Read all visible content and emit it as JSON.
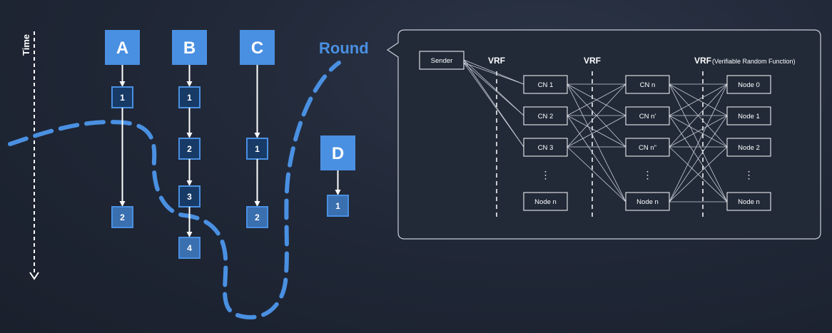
{
  "time_label": "Time",
  "round_label": "Round",
  "colors": {
    "accent": "#4a90e2",
    "header_box": "#4a90e2",
    "step_box_fill": "#173a66",
    "step_box_border": "#4a90e2",
    "background": "#1f2635"
  },
  "columns": [
    {
      "id": "A",
      "label": "A",
      "steps": [
        "1",
        "2"
      ]
    },
    {
      "id": "B",
      "label": "B",
      "steps": [
        "1",
        "2",
        "3",
        "4"
      ]
    },
    {
      "id": "C",
      "label": "C",
      "steps": [
        "1",
        "2"
      ]
    },
    {
      "id": "D",
      "label": "D",
      "steps": [
        "1"
      ]
    }
  ],
  "network": {
    "vrf_labels": [
      "VRF",
      "VRF",
      "VRF"
    ],
    "vrf_note": "(Verifiable Random Function)",
    "sender": "Sender",
    "layer1": [
      "CN 1",
      "CN 2",
      "CN 3",
      "Node n"
    ],
    "layer2": [
      "CN n",
      "CN n'",
      "CN n\"",
      "Node n"
    ],
    "layer3": [
      "Node 0",
      "Node 1",
      "Node 2",
      "Node n"
    ],
    "ellipsis": "⋮"
  }
}
